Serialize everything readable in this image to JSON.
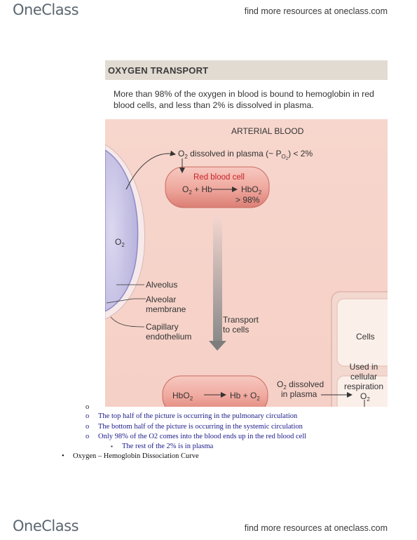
{
  "header": {
    "logo_text": "OneClass",
    "link_text": "find more resources at oneclass.com"
  },
  "footer": {
    "logo_text": "OneClass",
    "link_text": "find more resources at oneclass.com"
  },
  "figure": {
    "title": "OXYGEN TRANSPORT",
    "caption": "More than 98% of the oxygen in blood is bound to hemoglobin in red blood cells, and less than 2% is dissolved in plasma.",
    "diagram": {
      "arterial_blood": "ARTERIAL BLOOD",
      "alveolus_o2": "O",
      "alveolus_o2_sub": "2",
      "dissolved_top_a": "O",
      "dissolved_top_sub": "2",
      "dissolved_top_b": " dissolved in plasma (~ P",
      "dissolved_top_sub2": "O",
      "dissolved_top_sub3": "2",
      "dissolved_top_c": ")  < 2%",
      "rbc_label": "Red blood cell",
      "rbc_eq_left": "O",
      "rbc_eq_left_sub": "2",
      "rbc_eq_mid": " + Hb",
      "rbc_eq_right": "HbO",
      "rbc_eq_right_sub": "2",
      "rbc_pct": "> 98%",
      "alveolus": "Alveolus",
      "alveolar_membrane_1": "Alveolar",
      "alveolar_membrane_2": "membrane",
      "capillary_1": "Capillary",
      "capillary_2": "endothelium",
      "transport_1": "Transport",
      "transport_2": "to cells",
      "cells": "Cells",
      "bottom_left": "HbO",
      "bottom_left_sub": "2",
      "bottom_right": "Hb + O",
      "bottom_right_sub": "2",
      "dissolved_bottom_1a": "O",
      "dissolved_bottom_1sub": "2",
      "dissolved_bottom_1b": " dissolved",
      "dissolved_bottom_2": "in plasma",
      "cell_o2": "O",
      "cell_o2_sub": "2",
      "used_1": "Used in",
      "used_2": "cellular",
      "used_3": "respiration"
    }
  },
  "notes": {
    "empty_marker": "o",
    "items": [
      {
        "marker": "o",
        "text": "The top half of the picture is occurring in the pulmonary circulation"
      },
      {
        "marker": "o",
        "text": "The bottom half of the picture is occurring in the systemic circulation"
      },
      {
        "marker": "o",
        "text": "Only 98% of the O2 comes into the blood ends up in the red blood cell"
      }
    ],
    "sub_item": {
      "marker": "▪",
      "text": "The rest of the 2% is in plasma"
    },
    "main_bullet": {
      "marker": "•",
      "text": "Oxygen – Hemoglobin Dissociation Curve"
    }
  }
}
